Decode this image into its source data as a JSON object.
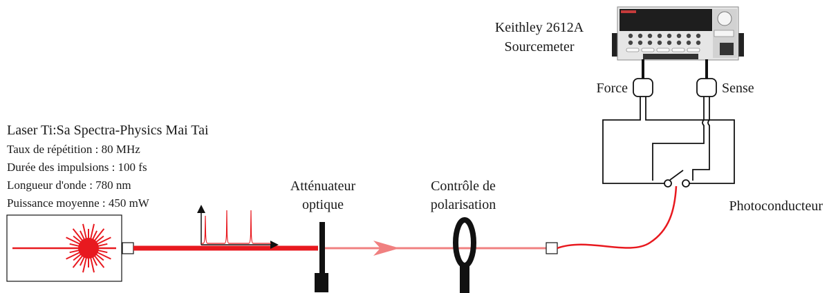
{
  "laser": {
    "title": "Laser Ti:Sa Spectra-Physics Mai Tai",
    "specs": [
      "Taux de répétition : 80 MHz",
      "Durée des impulsions : 100 fs",
      "Longueur d'onde : 780 nm",
      "Puissance moyenne : 450 mW"
    ]
  },
  "attenuator": {
    "line1": "Atténuateur",
    "line2": "optique"
  },
  "polarization": {
    "line1": "Contrôle de",
    "line2": "polarisation"
  },
  "sourcemeter": {
    "line1": "Keithley 2612A",
    "line2": "Sourcemeter"
  },
  "probes": {
    "force": "Force",
    "sense": "Sense"
  },
  "device": {
    "label": "Photoconducteur"
  },
  "colors": {
    "beam_strong": "#e8191f",
    "beam_attenuated": "#f08080",
    "fiber": "#e8191f",
    "outline": "#111111",
    "instrument_body": "#e6e6e6"
  }
}
